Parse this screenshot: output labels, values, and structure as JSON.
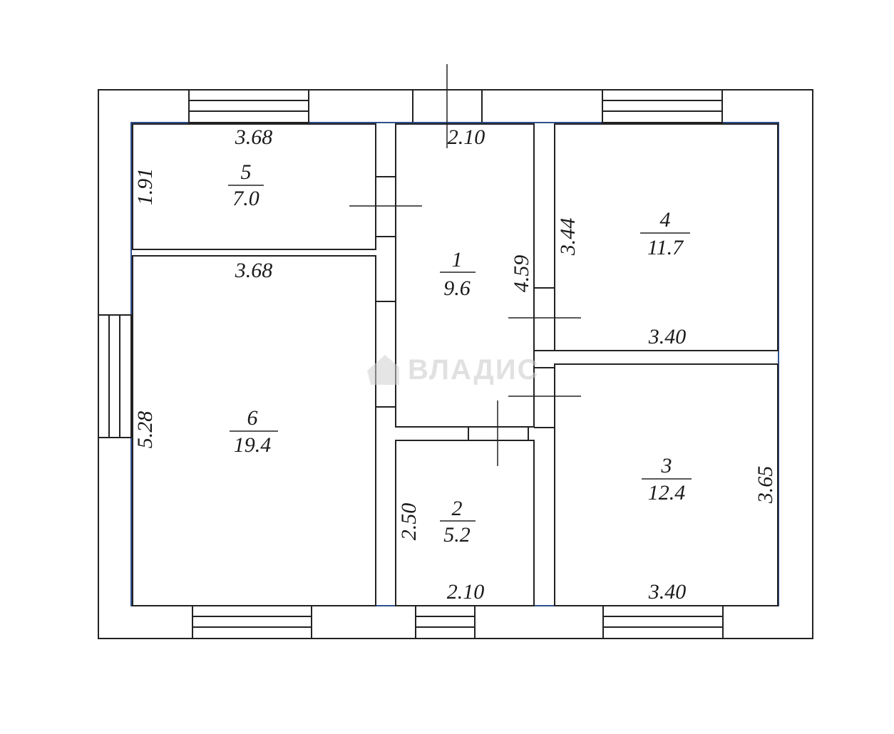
{
  "rooms": [
    {
      "number": "1",
      "area": "9.6"
    },
    {
      "number": "2",
      "area": "5.2"
    },
    {
      "number": "3",
      "area": "12.4"
    },
    {
      "number": "4",
      "area": "11.7"
    },
    {
      "number": "5",
      "area": "7.0"
    },
    {
      "number": "6",
      "area": "19.4"
    }
  ],
  "dimensions": {
    "room5_top": "3.68",
    "room5_left": "1.91",
    "room6_top": "3.68",
    "room6_left": "5.28",
    "room1_top": "2.10",
    "room1_right": "4.59",
    "room4_left": "3.44",
    "room4_bottom": "3.40",
    "room3_right": "3.65",
    "room3_bottom": "3.40",
    "room2_left": "2.50",
    "room2_bottom": "2.10"
  },
  "watermark": {
    "text": "ВЛАДИС",
    "icon": "house-logo-icon"
  },
  "colors": {
    "wall": "#222222",
    "inner_outline": "#2f4f8f",
    "background": "#ffffff"
  }
}
